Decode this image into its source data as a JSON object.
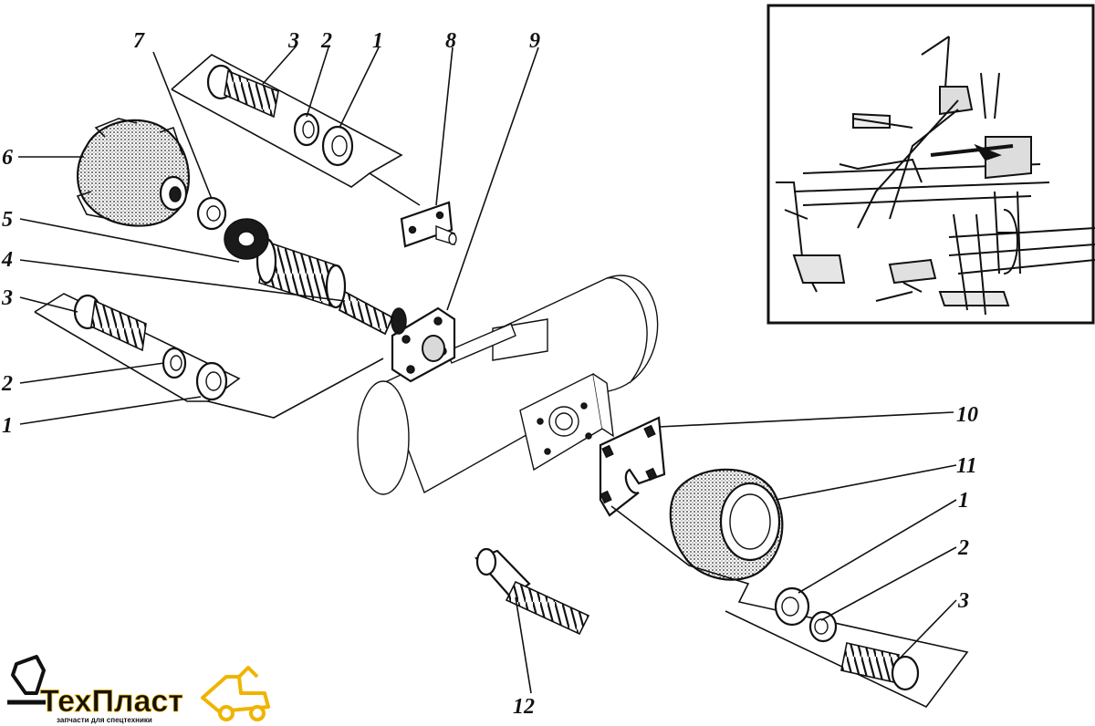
{
  "callouts": {
    "c7": "7",
    "c3_top": "3",
    "c2_top": "2",
    "c1_top": "1",
    "c8": "8",
    "c9": "9",
    "c6": "6",
    "c5": "5",
    "c4": "4",
    "c3_left": "3",
    "c2_left": "2",
    "c1_left": "1",
    "c10": "10",
    "c11": "11",
    "c1_right": "1",
    "c2_right": "2",
    "c3_right": "3",
    "c12": "12"
  },
  "logo": {
    "name": "ТехПласт",
    "tagline": "запчасти для спецтехники"
  },
  "colors": {
    "ink": "#111111",
    "logo_brand": "#f0b400"
  }
}
